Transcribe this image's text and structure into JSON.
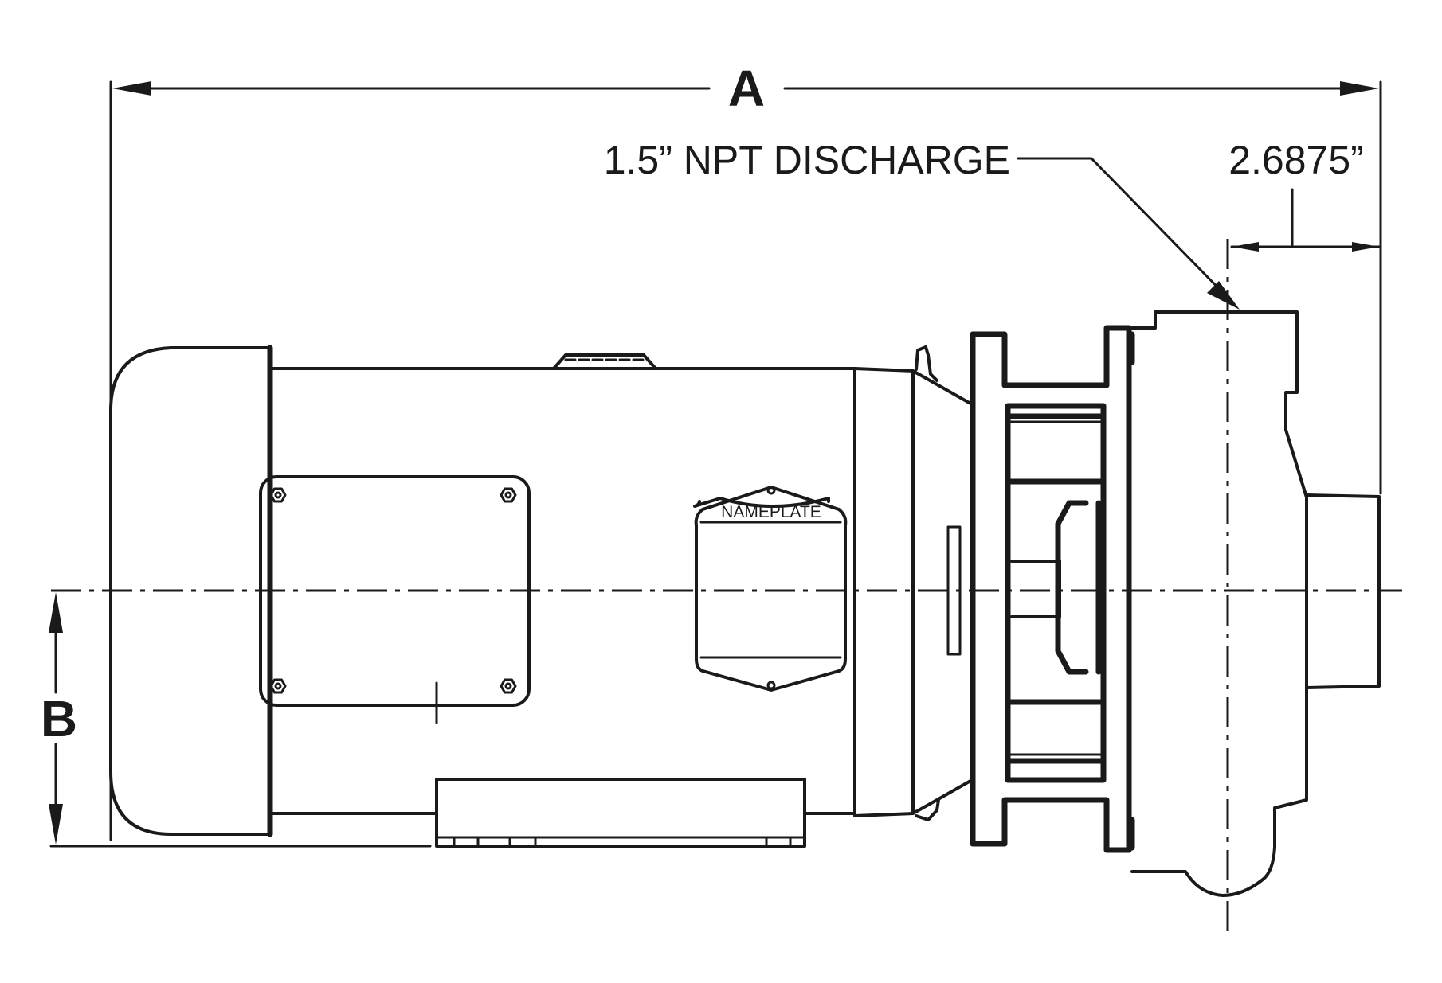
{
  "dimensions": {
    "a_label": "A",
    "b_label": "B",
    "offset_label": "2.6875”"
  },
  "callouts": {
    "discharge_label": "1.5” NPT DISCHARGE",
    "nameplate_label": "NAMEPLATE"
  }
}
